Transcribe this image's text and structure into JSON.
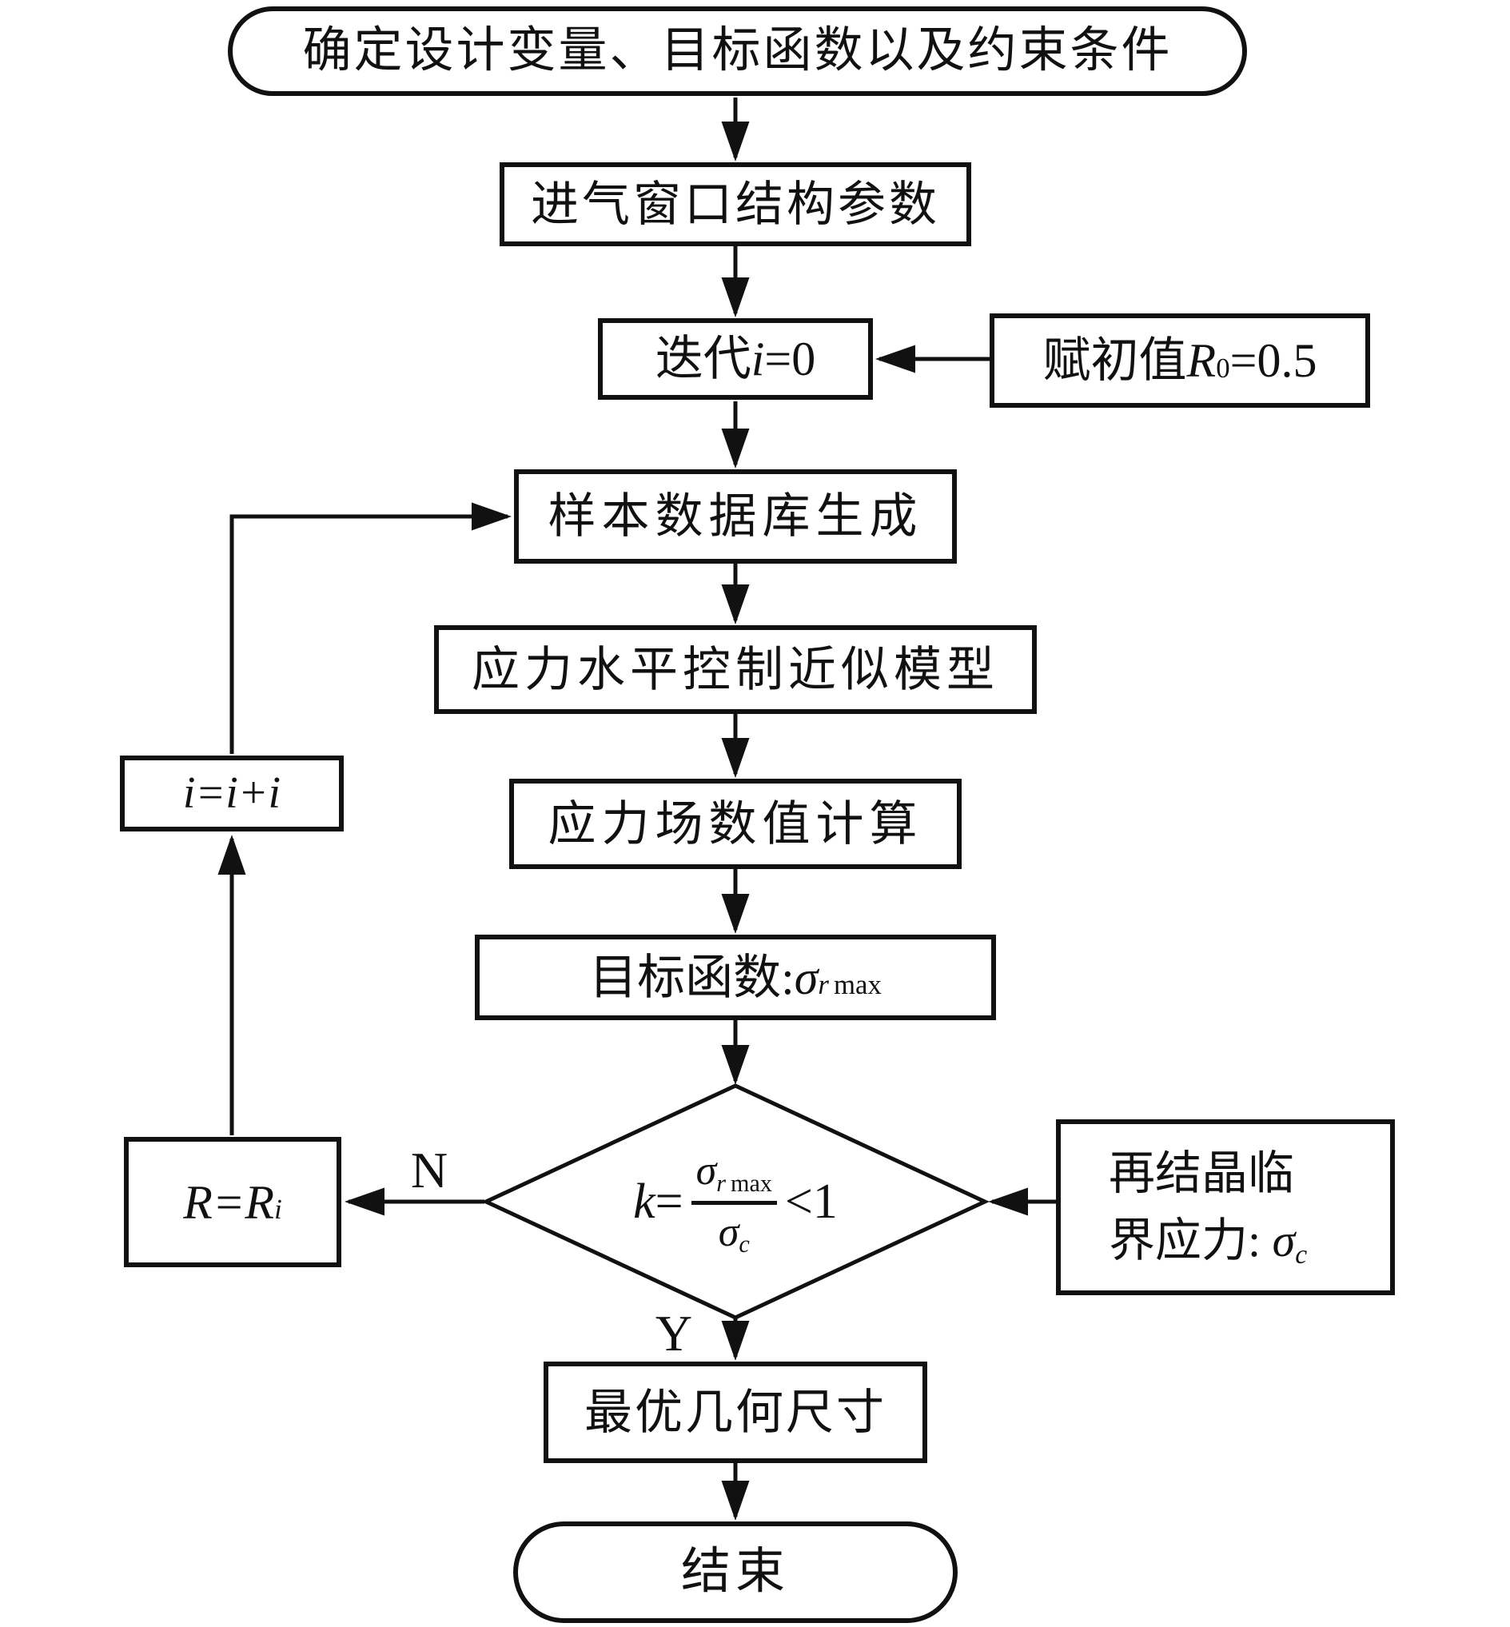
{
  "flowchart": {
    "start": "确定设计变量、目标函数以及约束条件",
    "params": "进气窗口结构参数",
    "iter": {
      "prefix": "迭代",
      "var": "i",
      "eq": "=0"
    },
    "init": {
      "prefix": "赋初值",
      "var": "R",
      "sub": "0",
      "eq": "=0.5"
    },
    "sample": "样本数据库生成",
    "approx": "应力水平控制近似模型",
    "stress": "应力场数值计算",
    "objective": {
      "prefix": "目标函数: ",
      "sym": "σ",
      "sub_var": "r",
      "sub_text": "max"
    },
    "decision": {
      "k": "k",
      "eq": "=",
      "num_sym": "σ",
      "num_sub_var": "r",
      "num_sub_text": "max",
      "den_sym": "σ",
      "den_sub": "c",
      "cmp": "<1"
    },
    "critical": {
      "line1": "再结晶临",
      "line2": "界应力: ",
      "sym": "σ",
      "sub": "c"
    },
    "assign": {
      "text": "R=R",
      "sub": "i"
    },
    "increment": "i=i+i",
    "optimal": "最优几何尺寸",
    "end": "结束",
    "branch_no": "N",
    "branch_yes": "Y"
  },
  "colors": {
    "line": "#111111",
    "background": "#ffffff",
    "text": "#111111"
  }
}
